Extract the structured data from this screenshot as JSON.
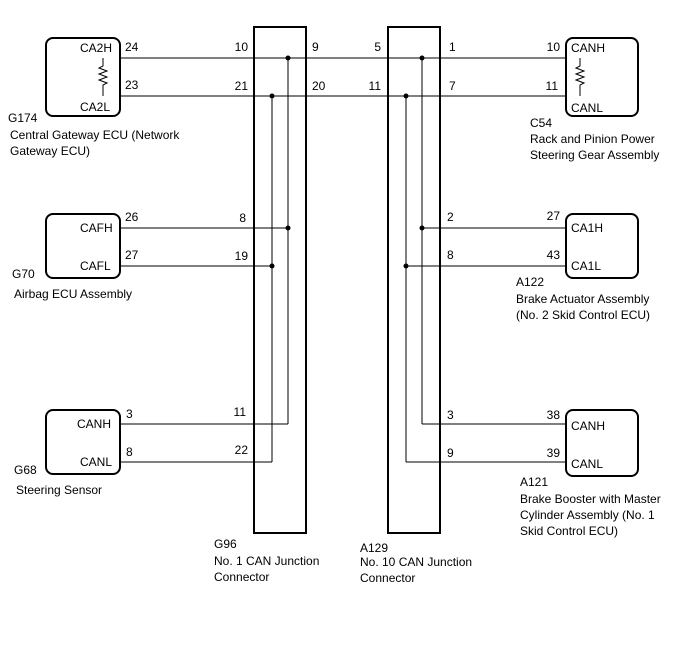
{
  "components": {
    "g174": {
      "code": "G174",
      "name_line1": "Central Gateway ECU (Network",
      "name_line2": "Gateway ECU)",
      "pin_high": "CA2H",
      "pin_low": "CA2L",
      "pin_high_no": "24",
      "pin_low_no": "23"
    },
    "g70": {
      "code": "G70",
      "name_line1": "Airbag ECU Assembly",
      "pin_high": "CAFH",
      "pin_low": "CAFL",
      "pin_high_no": "26",
      "pin_low_no": "27"
    },
    "g68": {
      "code": "G68",
      "name_line1": "Steering Sensor",
      "pin_high": "CANH",
      "pin_low": "CANL",
      "pin_high_no": "3",
      "pin_low_no": "8"
    },
    "c54": {
      "code": "C54",
      "name_line1": "Rack and Pinion Power",
      "name_line2": "Steering Gear Assembly",
      "pin_high": "CANH",
      "pin_low": "CANL",
      "pin_high_no": "10",
      "pin_low_no": "11"
    },
    "a122": {
      "code": "A122",
      "name_line1": "Brake Actuator Assembly",
      "name_line2": "(No. 2 Skid Control ECU)",
      "pin_high": "CA1H",
      "pin_low": "CA1L",
      "pin_high_no": "27",
      "pin_low_no": "43"
    },
    "a121": {
      "code": "A121",
      "name_line1": "Brake Booster with Master",
      "name_line2": "Cylinder Assembly (No. 1",
      "name_line3": "Skid Control ECU)",
      "pin_high": "CANH",
      "pin_low": "CANL",
      "pin_high_no": "38",
      "pin_low_no": "39"
    }
  },
  "connectors": {
    "g96": {
      "code": "G96",
      "name_line1": "No. 1 CAN Junction",
      "name_line2": "Connector",
      "pins": {
        "top_left_high": "10",
        "top_left_low": "21",
        "top_right_high": "9",
        "top_right_low": "20",
        "mid_high": "8",
        "mid_low": "19",
        "bot_high": "11",
        "bot_low": "22"
      }
    },
    "a129": {
      "code": "A129",
      "name_line1": "No. 10 CAN Junction",
      "name_line2": "Connector",
      "pins": {
        "top_left_high": "5",
        "top_left_low": "11",
        "top_right_high": "1",
        "top_right_low": "7",
        "mid_high": "2",
        "mid_low": "8",
        "bot_high": "3",
        "bot_low": "9"
      }
    }
  }
}
